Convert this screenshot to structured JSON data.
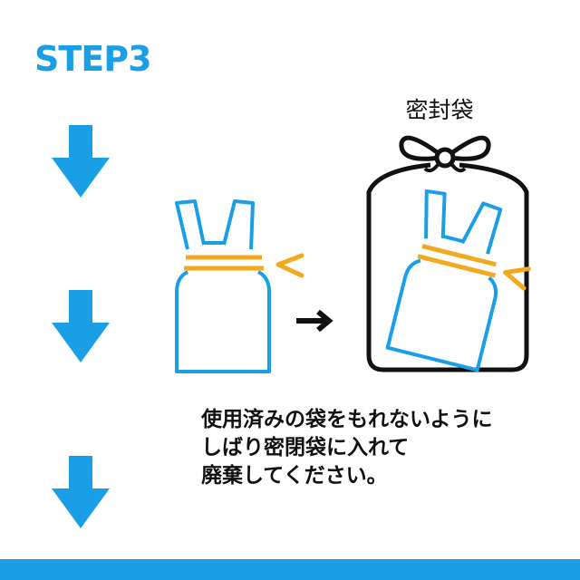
{
  "step": {
    "title": "STEP3"
  },
  "illustration": {
    "sealed_bag_label": "密封袋"
  },
  "instructions": {
    "lines": [
      "使用済みの袋をもれないように",
      "しばり密閉袋に入れて",
      "廃棄してください。"
    ]
  },
  "colors": {
    "accent_blue": "#1a9fe6",
    "tie_orange": "#f2a91e",
    "outline_black": "#111111"
  },
  "icons": [
    "down-arrow-icon",
    "right-arrow-icon",
    "used-bag-icon",
    "sealed-bag-icon",
    "ribbon-tie-icon"
  ]
}
